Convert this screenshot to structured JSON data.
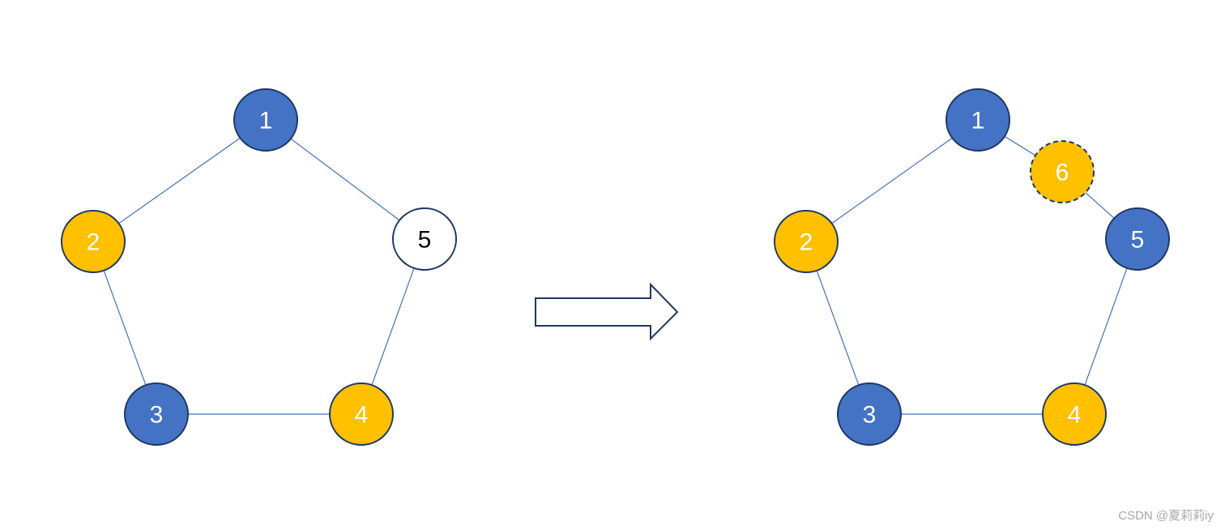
{
  "colors": {
    "blue": "#4472C4",
    "yellow": "#FFC000",
    "white": "#FFFFFF",
    "node_outline": "#1F3864",
    "edge": "#4472C4",
    "arrow_outline": "#1F3864",
    "text_on_color": "#FFFFFF",
    "text_on_white": "#000000"
  },
  "graph_before": {
    "nodes": [
      {
        "id": "1",
        "label": "1",
        "color": "blue"
      },
      {
        "id": "2",
        "label": "2",
        "color": "yellow"
      },
      {
        "id": "3",
        "label": "3",
        "color": "blue"
      },
      {
        "id": "4",
        "label": "4",
        "color": "yellow"
      },
      {
        "id": "5",
        "label": "5",
        "color": "white"
      }
    ],
    "edges": [
      [
        "1",
        "2"
      ],
      [
        "2",
        "3"
      ],
      [
        "3",
        "4"
      ],
      [
        "4",
        "5"
      ],
      [
        "5",
        "1"
      ]
    ]
  },
  "graph_after": {
    "nodes": [
      {
        "id": "1",
        "label": "1",
        "color": "blue"
      },
      {
        "id": "2",
        "label": "2",
        "color": "yellow"
      },
      {
        "id": "3",
        "label": "3",
        "color": "blue"
      },
      {
        "id": "4",
        "label": "4",
        "color": "yellow"
      },
      {
        "id": "5",
        "label": "5",
        "color": "blue"
      },
      {
        "id": "6",
        "label": "6",
        "color": "yellow",
        "dashed": true
      }
    ],
    "edges": [
      [
        "1",
        "2"
      ],
      [
        "2",
        "3"
      ],
      [
        "3",
        "4"
      ],
      [
        "4",
        "5"
      ],
      [
        "5",
        "6"
      ],
      [
        "6",
        "1"
      ]
    ]
  },
  "watermark": "CSDN @夏莉莉iy"
}
